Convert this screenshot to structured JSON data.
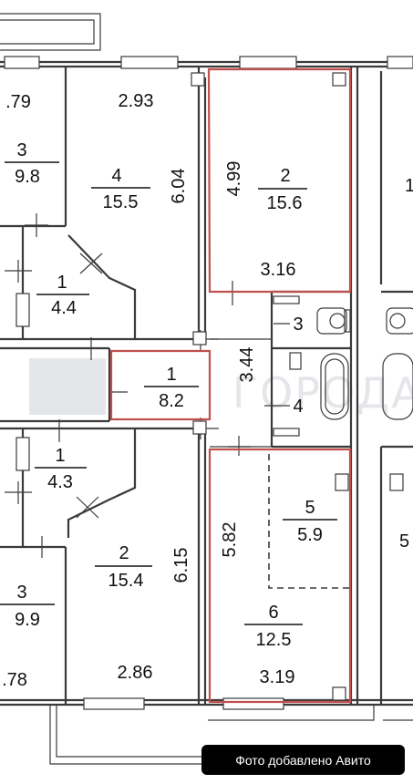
{
  "watermark": "ГОРОДА",
  "badge": "Фото добавлено Авито",
  "colors": {
    "highlight": "#c0504d",
    "wall": "#3a3a3a",
    "watermark": "#e4e6ea"
  },
  "rooms": [
    {
      "id": "l3-top",
      "number": "3",
      "area": "9.8"
    },
    {
      "id": "l4",
      "number": "4",
      "area": "15.5"
    },
    {
      "id": "l1-top",
      "number": "1",
      "area": "4.4"
    },
    {
      "id": "hl2",
      "number": "2",
      "area": "15.6"
    },
    {
      "id": "hall",
      "number": "1",
      "area": "8.2"
    },
    {
      "id": "l1-bot",
      "number": "1",
      "area": "4.3"
    },
    {
      "id": "l2",
      "number": "2",
      "area": "15.4"
    },
    {
      "id": "l3-bot",
      "number": "3",
      "area": "9.9"
    },
    {
      "id": "r5",
      "number": "5",
      "area": "5.9"
    },
    {
      "id": "r6",
      "number": "6",
      "area": "12.5"
    }
  ],
  "dims": [
    {
      "id": "d-79",
      "text": ".79"
    },
    {
      "id": "d-293",
      "text": "2.93"
    },
    {
      "id": "d-604",
      "text": "6.04"
    },
    {
      "id": "d-499",
      "text": "4.99"
    },
    {
      "id": "d-316",
      "text": "3.16"
    },
    {
      "id": "d-344",
      "text": "3.44"
    },
    {
      "id": "d-615",
      "text": "6.15"
    },
    {
      "id": "d-582",
      "text": "5.82"
    },
    {
      "id": "d-286",
      "text": "2.86"
    },
    {
      "id": "d-78",
      "text": ".78"
    },
    {
      "id": "d-319",
      "text": "3.19"
    }
  ],
  "marks": [
    {
      "id": "n-3",
      "text": "3"
    },
    {
      "id": "n-4",
      "text": "4"
    },
    {
      "id": "cut-5",
      "text": "5"
    },
    {
      "id": "cut-l",
      "text": "1"
    }
  ]
}
